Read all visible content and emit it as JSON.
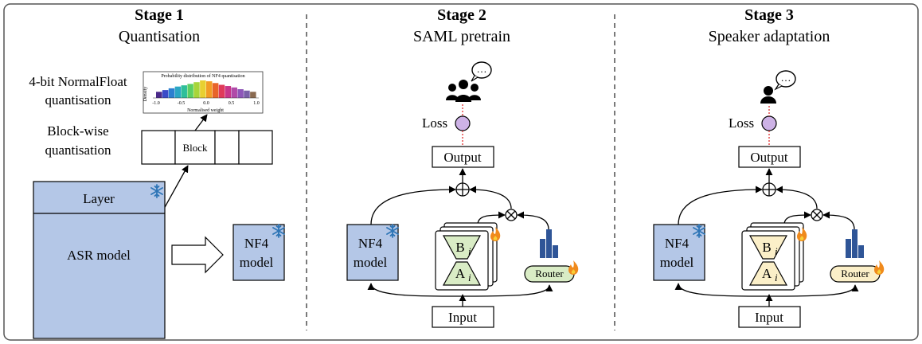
{
  "stage1": {
    "title": "Stage 1",
    "subtitle": "Quantisation",
    "nf4_label_line1": "4-bit NormalFloat",
    "nf4_label_line2": "quantisation",
    "block_label_line1": "Block-wise",
    "block_label_line2": "quantisation",
    "block_cell": "Block",
    "layer": "Layer",
    "asr_model": "ASR model",
    "nf4_model_line1": "NF4",
    "nf4_model_line2": "model",
    "histogram": {
      "title": "Probability distribution of NF4 quantisation",
      "xlabel": "Normalised weight",
      "ylabel": "Density",
      "xticks": [
        "-1.0",
        "-0.5",
        "0.0",
        "0.5",
        "1.0"
      ],
      "bar_heights": [
        0.35,
        0.45,
        0.55,
        0.65,
        0.72,
        0.8,
        0.9,
        1.0,
        0.95,
        0.85,
        0.75,
        0.68,
        0.6,
        0.5,
        0.42,
        0.35
      ],
      "bar_colors": [
        "#4b2a8a",
        "#3b4bc8",
        "#2c7fd0",
        "#2aa6c4",
        "#2fbf9a",
        "#5ccf63",
        "#a7d53a",
        "#e8d030",
        "#f29c25",
        "#e8642a",
        "#e03a5a",
        "#c8368a",
        "#b04aa8",
        "#8e56b8",
        "#7a60a8",
        "#8a6a50"
      ]
    }
  },
  "stage2": {
    "title": "Stage 2",
    "subtitle": "SAML pretrain",
    "loss": "Loss",
    "output": "Output",
    "input": "Input",
    "nf4_line1": "NF4",
    "nf4_line2": "model",
    "b_label": "B",
    "a_label": "A",
    "subscript": "i",
    "router": "Router",
    "speech_bubble": "…",
    "router_color": "#d9ecc5",
    "adapter_color": "#d9ecc5"
  },
  "stage3": {
    "title": "Stage 3",
    "subtitle": "Speaker adaptation",
    "loss": "Loss",
    "output": "Output",
    "input": "Input",
    "nf4_line1": "NF4",
    "nf4_line2": "model",
    "b_label": "B",
    "a_label": "A",
    "subscript": "i",
    "router": "Router",
    "speech_bubble": "…",
    "router_color": "#fbefc8",
    "adapter_color": "#fbefc8"
  },
  "colors": {
    "model_fill": "#b4c7e7",
    "loss_fill": "#cdb2e6",
    "router_bar": "#2f5597",
    "snowflake": "#2e75b6",
    "fire": "#f08a1c",
    "dashed_red": "#e03030"
  },
  "icons": {
    "frozen": "snowflake-icon",
    "trainable": "fire-icon",
    "group": "speaker-group-icon",
    "single": "speaker-icon",
    "sum": "plus-circle-icon",
    "multiply": "times-circle-icon"
  }
}
